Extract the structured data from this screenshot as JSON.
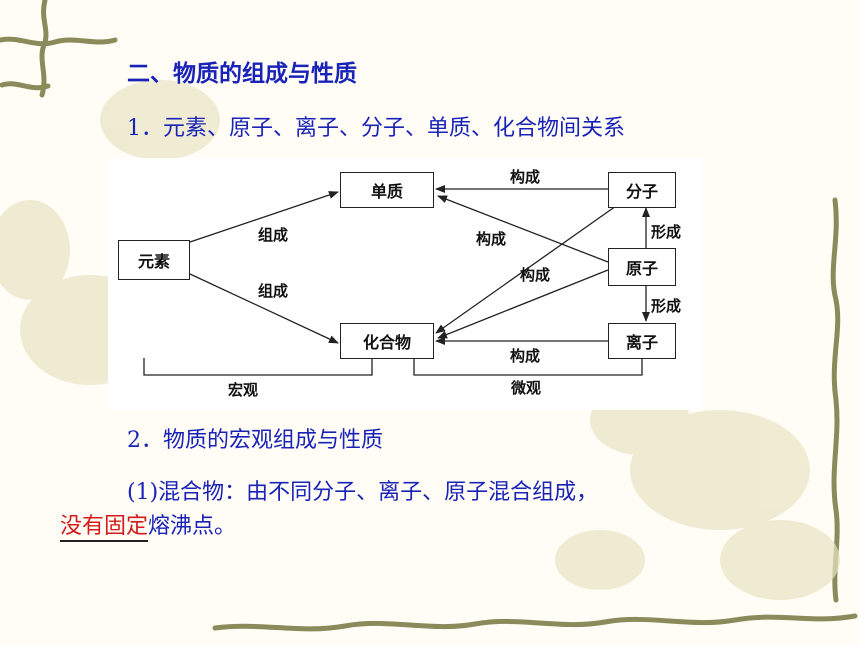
{
  "heading": "二、物质的组成与性质",
  "line1": "1．元素、原子、离子、分子、单质、化合物间关系",
  "diagram": {
    "nodes": {
      "yuansu": "元素",
      "danzhi": "单质",
      "huahewu": "化合物",
      "fenzi": "分子",
      "yuanzi": "原子",
      "lizi": "离子"
    },
    "edge_labels": {
      "zucheng_top": "组成",
      "zucheng_bottom": "组成",
      "goucheng_fenzi_danzhi": "构成",
      "goucheng_yuanzi_danzhi": "构成",
      "goucheng_fenzi_huahewu": "构成",
      "goucheng_lizi_huahewu": "构成",
      "xingcheng_up": "形成",
      "xingcheng_down": "形成"
    },
    "brackets": {
      "macro": "宏观",
      "micro": "微观"
    }
  },
  "line2": "2．物质的宏观组成与性质",
  "line3": "(1)混合物：由不同分子、离子、原子混合组成，",
  "line4": {
    "underlined": "没有固定",
    "rest": "熔沸点。"
  }
}
